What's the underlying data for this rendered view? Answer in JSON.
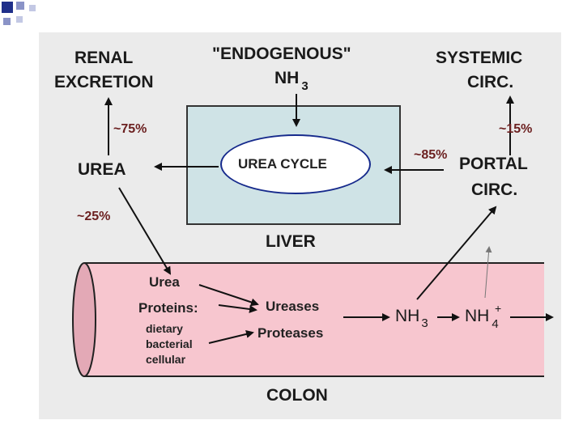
{
  "labels": {
    "renal_excretion_line1": "RENAL",
    "renal_excretion_line2": "EXCRETION",
    "endogenous_line1": "\"ENDOGENOUS\"",
    "endogenous_nh": "NH",
    "endogenous_sub": "3",
    "systemic_line1": "SYSTEMIC",
    "systemic_line2": "CIRC.",
    "pct_75": "~75%",
    "pct_15": "~15%",
    "pct_85": "~85%",
    "pct_25": "~25%",
    "urea": "UREA",
    "urea_cycle": "UREA CYCLE",
    "portal_line1": "PORTAL",
    "portal_line2": "CIRC.",
    "liver": "LIVER",
    "colon_urea": "Urea",
    "colon_proteins": "Proteins:",
    "colon_dietary": "dietary",
    "colon_bacterial": "bacterial",
    "colon_cellular": "cellular",
    "ureases": "Ureases",
    "proteases": "Proteases",
    "nh3_nh": "NH",
    "nh3_sub": "3",
    "nh4_nh": "NH",
    "nh4_sup": "+",
    "nh4_sub": "4",
    "colon": "COLON"
  },
  "colors": {
    "slide_background": "#ebebeb",
    "liver_fill": "#cfe3e6",
    "colon_fill": "#f7c6cf",
    "ellipse_border": "#162a8c",
    "percent_text": "#6b1f1f",
    "bullet_square": "#1f2f8a"
  }
}
